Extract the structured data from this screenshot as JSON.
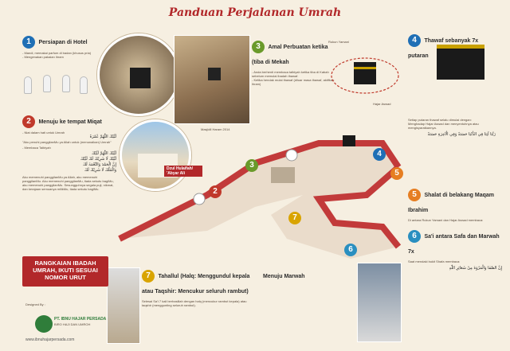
{
  "title": "Panduan Perjalanan Umrah",
  "steps": [
    {
      "num": "1",
      "title": "Persiapan di Hotel",
      "lines": [
        "- Mandi, memakai parfum di badan (khusus pria)",
        "- Mengenakan pakaian ihram"
      ]
    },
    {
      "num": "2",
      "title": "Menuju ke tempat Miqat",
      "lines": [
        "- Niat dalam hati untuk Umrah",
        "\"Aku penuhi panggilanMu ya Allah untuk (menunaikan) Umrah\"",
        "- Membaca Talbiyah",
        "Aku memenuhi panggilanMu ya Allah, aku memenuhi panggilanMu. Aku memenuhi panggilanMu, tiada sekutu bagiMu, aku memenuhi panggilanMu. Sesungguhnya segala puji, nikmat, dan kerajaan semuanya milikMu, tiada sekutu bagiMu."
      ]
    },
    {
      "num": "3",
      "title": "Amal Perbuatan ketika (tiba di Mekah",
      "lines": [
        "- Anda berhenti membaca talbiyah ketika tiba di Kabah sebelum memulai ibadah thawaf.",
        "- Ketika hendak mulai thawaf (diluar masa thawaf, aktifkan ihram)"
      ]
    },
    {
      "num": "4",
      "title": "Thawaf sebanyak 7x putaran",
      "lines": [
        "Setiap putaran thawaf selalu dimulai dengan:",
        "Menghadap Hajar Aswad dan menyentuhnya atau mengisyaratkannya."
      ]
    },
    {
      "num": "5",
      "title": "Shalat di belakang Maqam Ibrahim",
      "lines": [
        "Di antara Rukun Yamani dan Hajar Aswad membaca:"
      ]
    },
    {
      "num": "6",
      "title": "Sa'i antara Safa dan Marwah 7x",
      "lines": [
        "Saat mendaki bukit Shafa membaca:"
      ]
    },
    {
      "num": "7",
      "title": "Tahallul (Halq: Menggundul kepala atau Taqshir: Mencukur seluruh rambut)",
      "lines": [
        "Selesai Sa'i 7 kali berhasillah dengan halq (mencukur rambut kepala) atau taqshir (menggunting seluruh rambut)."
      ]
    }
  ],
  "labels": {
    "miqat": "Dzul Hulaifah/ 'Abyar Ali",
    "photo_caption": "Masjidil Haram 2014",
    "rukun_yamani": "Rukun Yamani",
    "hajar_aswad": "Hajar Aswad",
    "menuju_marwah": "Menuju Marwah",
    "banner": "RANGKAIAN IBADAH UMRAH, IKUTI SESUAI NOMOR URUT",
    "designed_by": "Designed By :",
    "company": "PT. IBNU HAJAR PERSADA",
    "company_sub": "BIRO HAJI DAN UMROH",
    "url": "www.ibnuhajarpersada.com"
  },
  "arabic": {
    "niat": "لَبَّيْكَ اللّٰهُمَّ عُمْرَةً",
    "talbiyah": [
      "لَبَّيْكَ اللّٰهُمَّ لَبَّيْكَ",
      "لَبَّيْكَ لَا شَرِيْكَ لَكَ لَبَّيْكَ",
      "إِنَّ الْحَمْدَ وَالنِّعْمَةَ لَكَ",
      "وَالْمُلْكَ لَا شَرِيْكَ لَكَ"
    ],
    "rukun": "رَبَّنَا آتِنَا فِي الدُّنْيَا حَسَنَةً وَفِي الْآخِرَةِ حَسَنَةً",
    "safa": "إِنَّ الصَّفَا وَالْمَرْوَةَ مِنْ شَعَائِرِ اللّٰهِ"
  },
  "colors": {
    "accent": "#b2282a",
    "road": "#c23a3a",
    "bg": "#f6efe1"
  }
}
